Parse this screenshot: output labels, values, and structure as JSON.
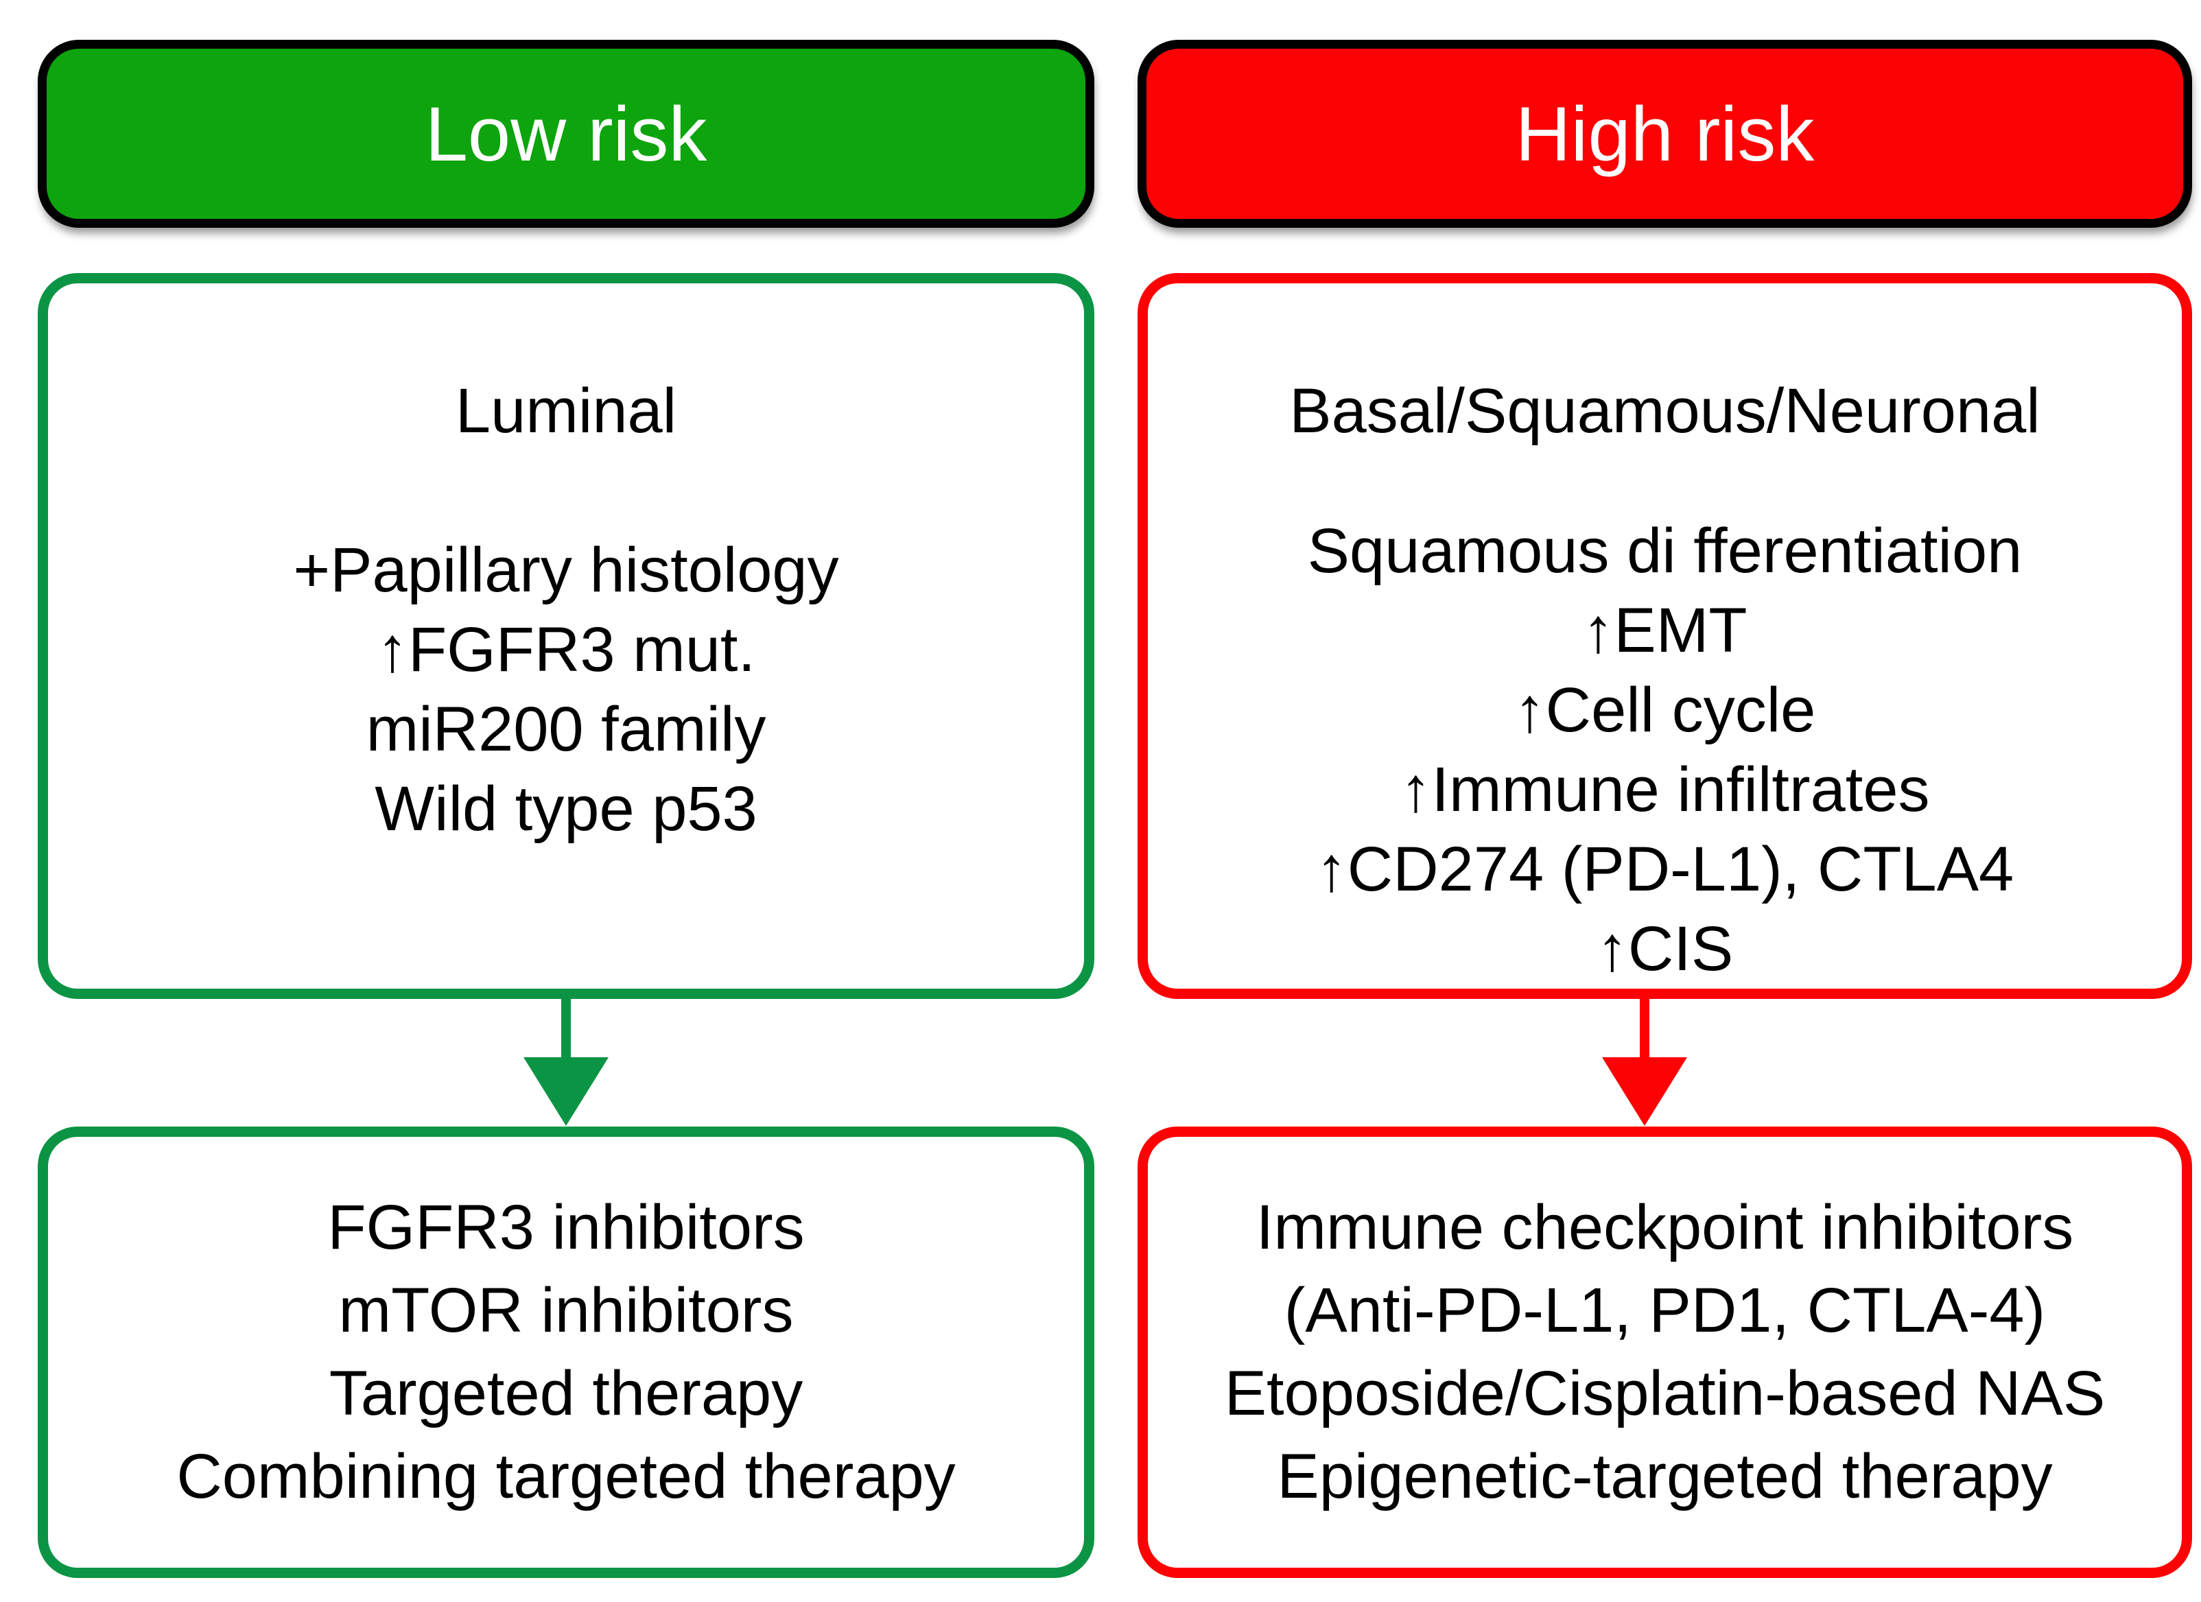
{
  "colors": {
    "green_fill": "#0DA40D",
    "green_line": "#0B9444",
    "red_fill": "#FC0204",
    "red_line": "#FC0204",
    "header_text": "#FFFFFF",
    "body_text": "#000000"
  },
  "columns": [
    {
      "id": "low-risk",
      "header": "Low risk",
      "criteria": [
        "Luminal",
        "",
        "+Papillary histology",
        "↑FGFR3 mut.",
        "miR200 family",
        "Wild type p53"
      ],
      "therapies": [
        "FGFR3 inhibitors",
        "mTOR inhibitors",
        "Targeted therapy",
        "Combining targeted therapy"
      ]
    },
    {
      "id": "high-risk",
      "header": "High risk",
      "criteria": [
        "Basal/Squamous/Neuronal",
        "",
        "Squamous di fferentiation",
        "↑EMT",
        "↑Cell cycle",
        "↑Immune infiltrates",
        "↑CD274 (PD-L1), CTLA4",
        "↑CIS"
      ],
      "therapies": [
        "Immune checkpoint inhibitors",
        "(Anti-PD-L1, PD1, CTLA-4)",
        "Etoposide/Cisplatin-based NAS",
        "Epigenetic-targeted therapy"
      ]
    }
  ]
}
